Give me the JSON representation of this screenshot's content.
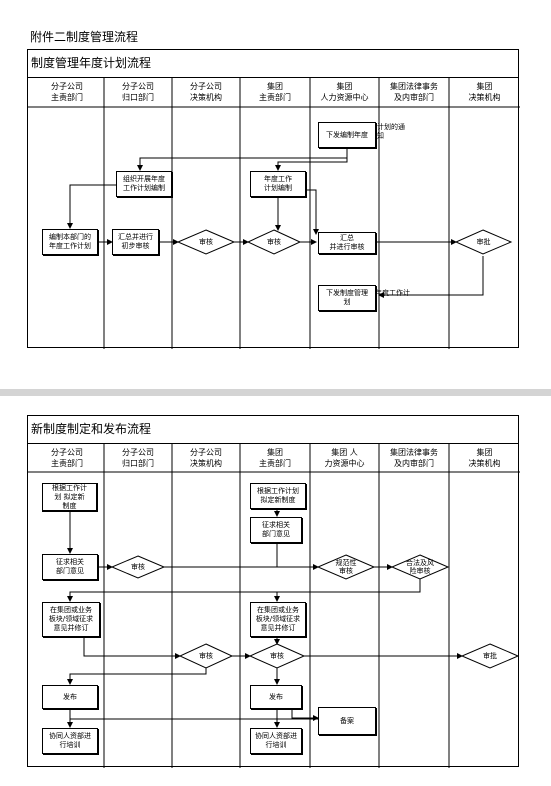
{
  "doc_title": "附件二制度管理流程",
  "section1": {
    "title": "制度管理年度计划流程",
    "lanes": [
      "分子公司\n主责部门",
      "分子公司\n归口部门",
      "分子公司\n决策机构",
      "集团\n主责部门",
      "集团\n人力资源中心",
      "集团法律事务\n及内审部门",
      "集团\n决策机构"
    ],
    "boxes": {
      "notice": "下发编制年度",
      "notice_tail": "计划的通\n知",
      "organize": "组织开展年度\n工作计划编制",
      "group_plan": "年度工作\n计划编制",
      "sub_plan": "编制本部门的\n年度工作计划",
      "summarize": "汇总并进行\n初步审核",
      "hr_summarize": "汇总\n并进行审核",
      "issue": "下发制度管理\n划",
      "issue_tail": "年度工作计"
    },
    "decisions": {
      "sub_review": "审核",
      "group_review": "审核",
      "approve": "审批"
    }
  },
  "section2": {
    "title": "新制度制定和发布流程",
    "lanes": [
      "分子公司\n主责部门",
      "分子公司\n归口部门",
      "分子公司\n决策机构",
      "集团\n主责部门",
      "集团 人\n力资源中心",
      "集团法律事务\n及内审部门",
      "集团\n决策机构"
    ],
    "boxes": {
      "sub_draft": "根据工作计\n划 拟定新\n制度",
      "group_draft": "根据工作计划\n拟定新制度",
      "group_opinion": "征求相关\n部门意见",
      "sub_opinion": "征求相关\n部门意见",
      "sub_seek": "在集团或业务\n板块/领域征求\n意见并修订",
      "group_seek": "在集团或业务\n板块/领域征求\n意见并修订",
      "sub_publish": "发布",
      "group_publish": "发布",
      "record": "备案",
      "sub_train": "协同人资部进\n行培训",
      "group_train": "协同人资部进\n行培训"
    },
    "decisions": {
      "sub_review1": "审核",
      "norm": "规范性\n审核",
      "legal": "合法及风\n险审核",
      "sub_review2": "审核",
      "group_review": "审核",
      "approve": "审批"
    }
  }
}
